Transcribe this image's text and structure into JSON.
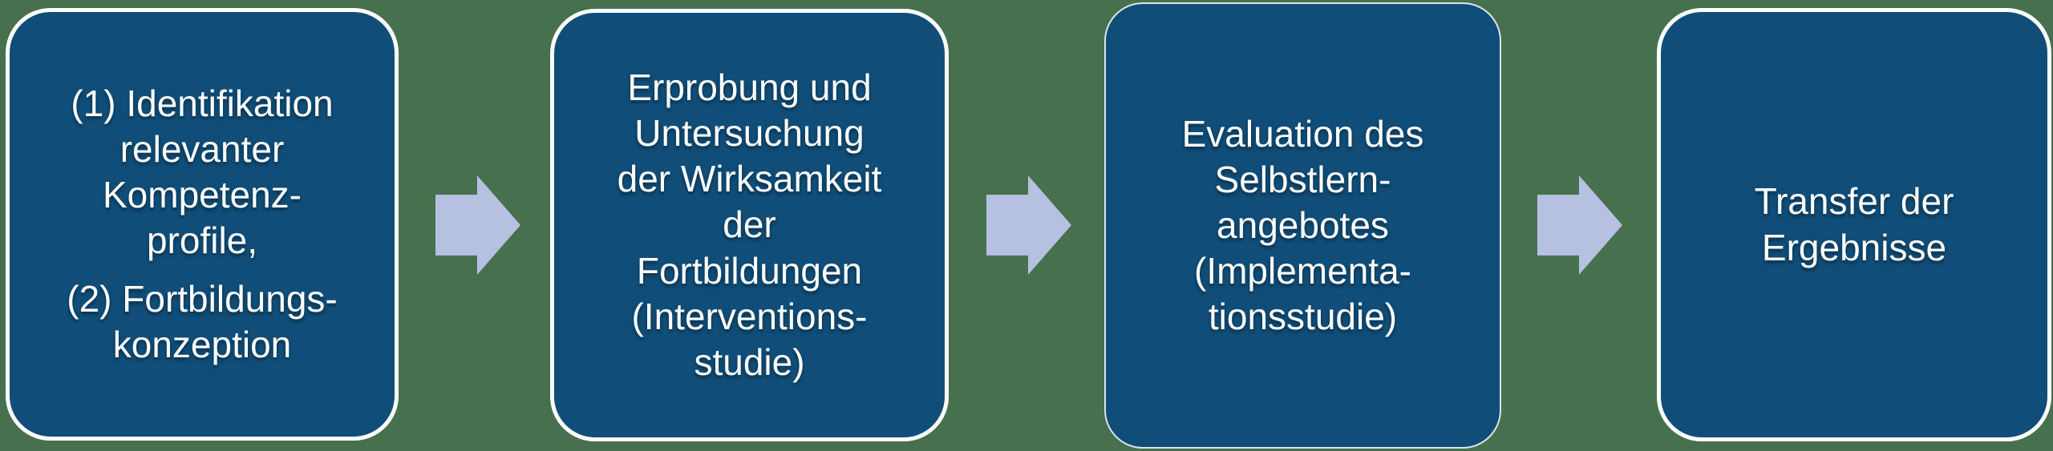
{
  "colors": {
    "background": "#47704e",
    "box_fill": "#104e79",
    "box_border": "#ffffff",
    "arrow_fill": "#b6c1e2",
    "text": "#ffffff"
  },
  "diagram": {
    "type": "process-flow",
    "direction": "left-to-right",
    "steps": [
      {
        "id": 1,
        "paragraphs": [
          "(1) Identifikation\nrelevanter\nKompetenz-\nprofile,",
          "(2) Fortbildungs-\nkonzeption"
        ]
      },
      {
        "id": 2,
        "paragraphs": [
          "Erprobung und\nUntersuchung\nder Wirksamkeit\nder\nFortbildungen\n(Interventions-\nstudie)"
        ]
      },
      {
        "id": 3,
        "paragraphs": [
          "Evaluation des\nSelbstlern-\nangebotes\n(Implementa-\ntionsstudie)"
        ]
      },
      {
        "id": 4,
        "paragraphs": [
          "Transfer der\nErgebnisse"
        ]
      }
    ],
    "connectors": [
      "arrow-right",
      "arrow-right",
      "arrow-right"
    ]
  }
}
